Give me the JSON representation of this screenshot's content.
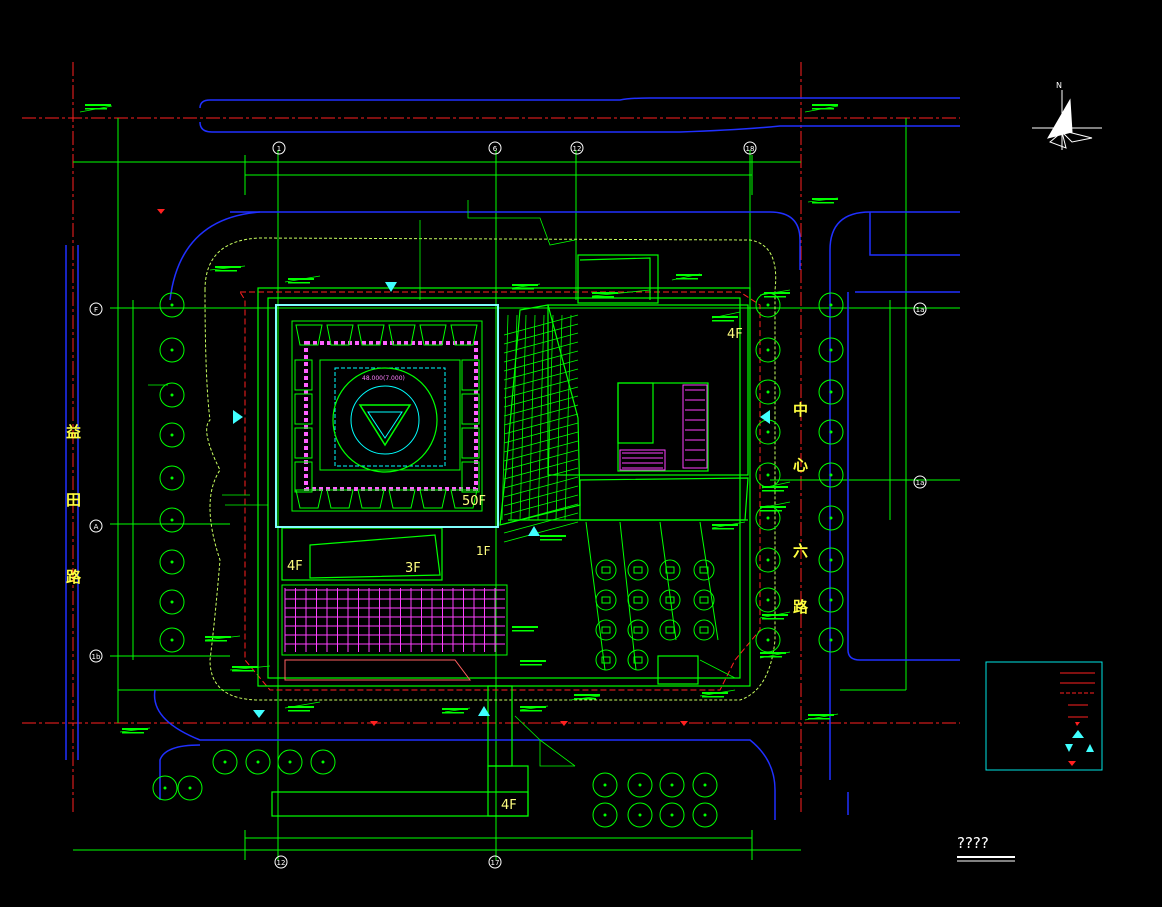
{
  "colors": {
    "background": "#000000",
    "axis": "#ff0000",
    "dimension": "#00ff00",
    "road": "#0000ff",
    "building": "#00ff00",
    "tower_outline": "#00ffff",
    "mezzanine": "#ff00ff",
    "label_text": "#ffff00",
    "grid_bubble": "#ffffff"
  },
  "grid_bubbles": {
    "top": [
      "1",
      "6",
      "12",
      "18"
    ],
    "bottom": [
      "12",
      "17"
    ],
    "left": [
      "F",
      "A",
      "1b"
    ],
    "right": [
      "1a",
      "1a"
    ]
  },
  "floor_tags": {
    "tower": "50F",
    "podium_east": "4F",
    "west_block": "4F",
    "middle_block": "3F",
    "entry_block": "1F",
    "south_annex": "4F"
  },
  "streets": {
    "west": [
      "益",
      "田",
      "路"
    ],
    "east": [
      "中",
      "心",
      "六",
      "路"
    ]
  },
  "compass": {
    "north": "N"
  },
  "legend": {
    "items": 8
  },
  "scale_label": "????",
  "tower_core_label": "48.000(7.000)"
}
